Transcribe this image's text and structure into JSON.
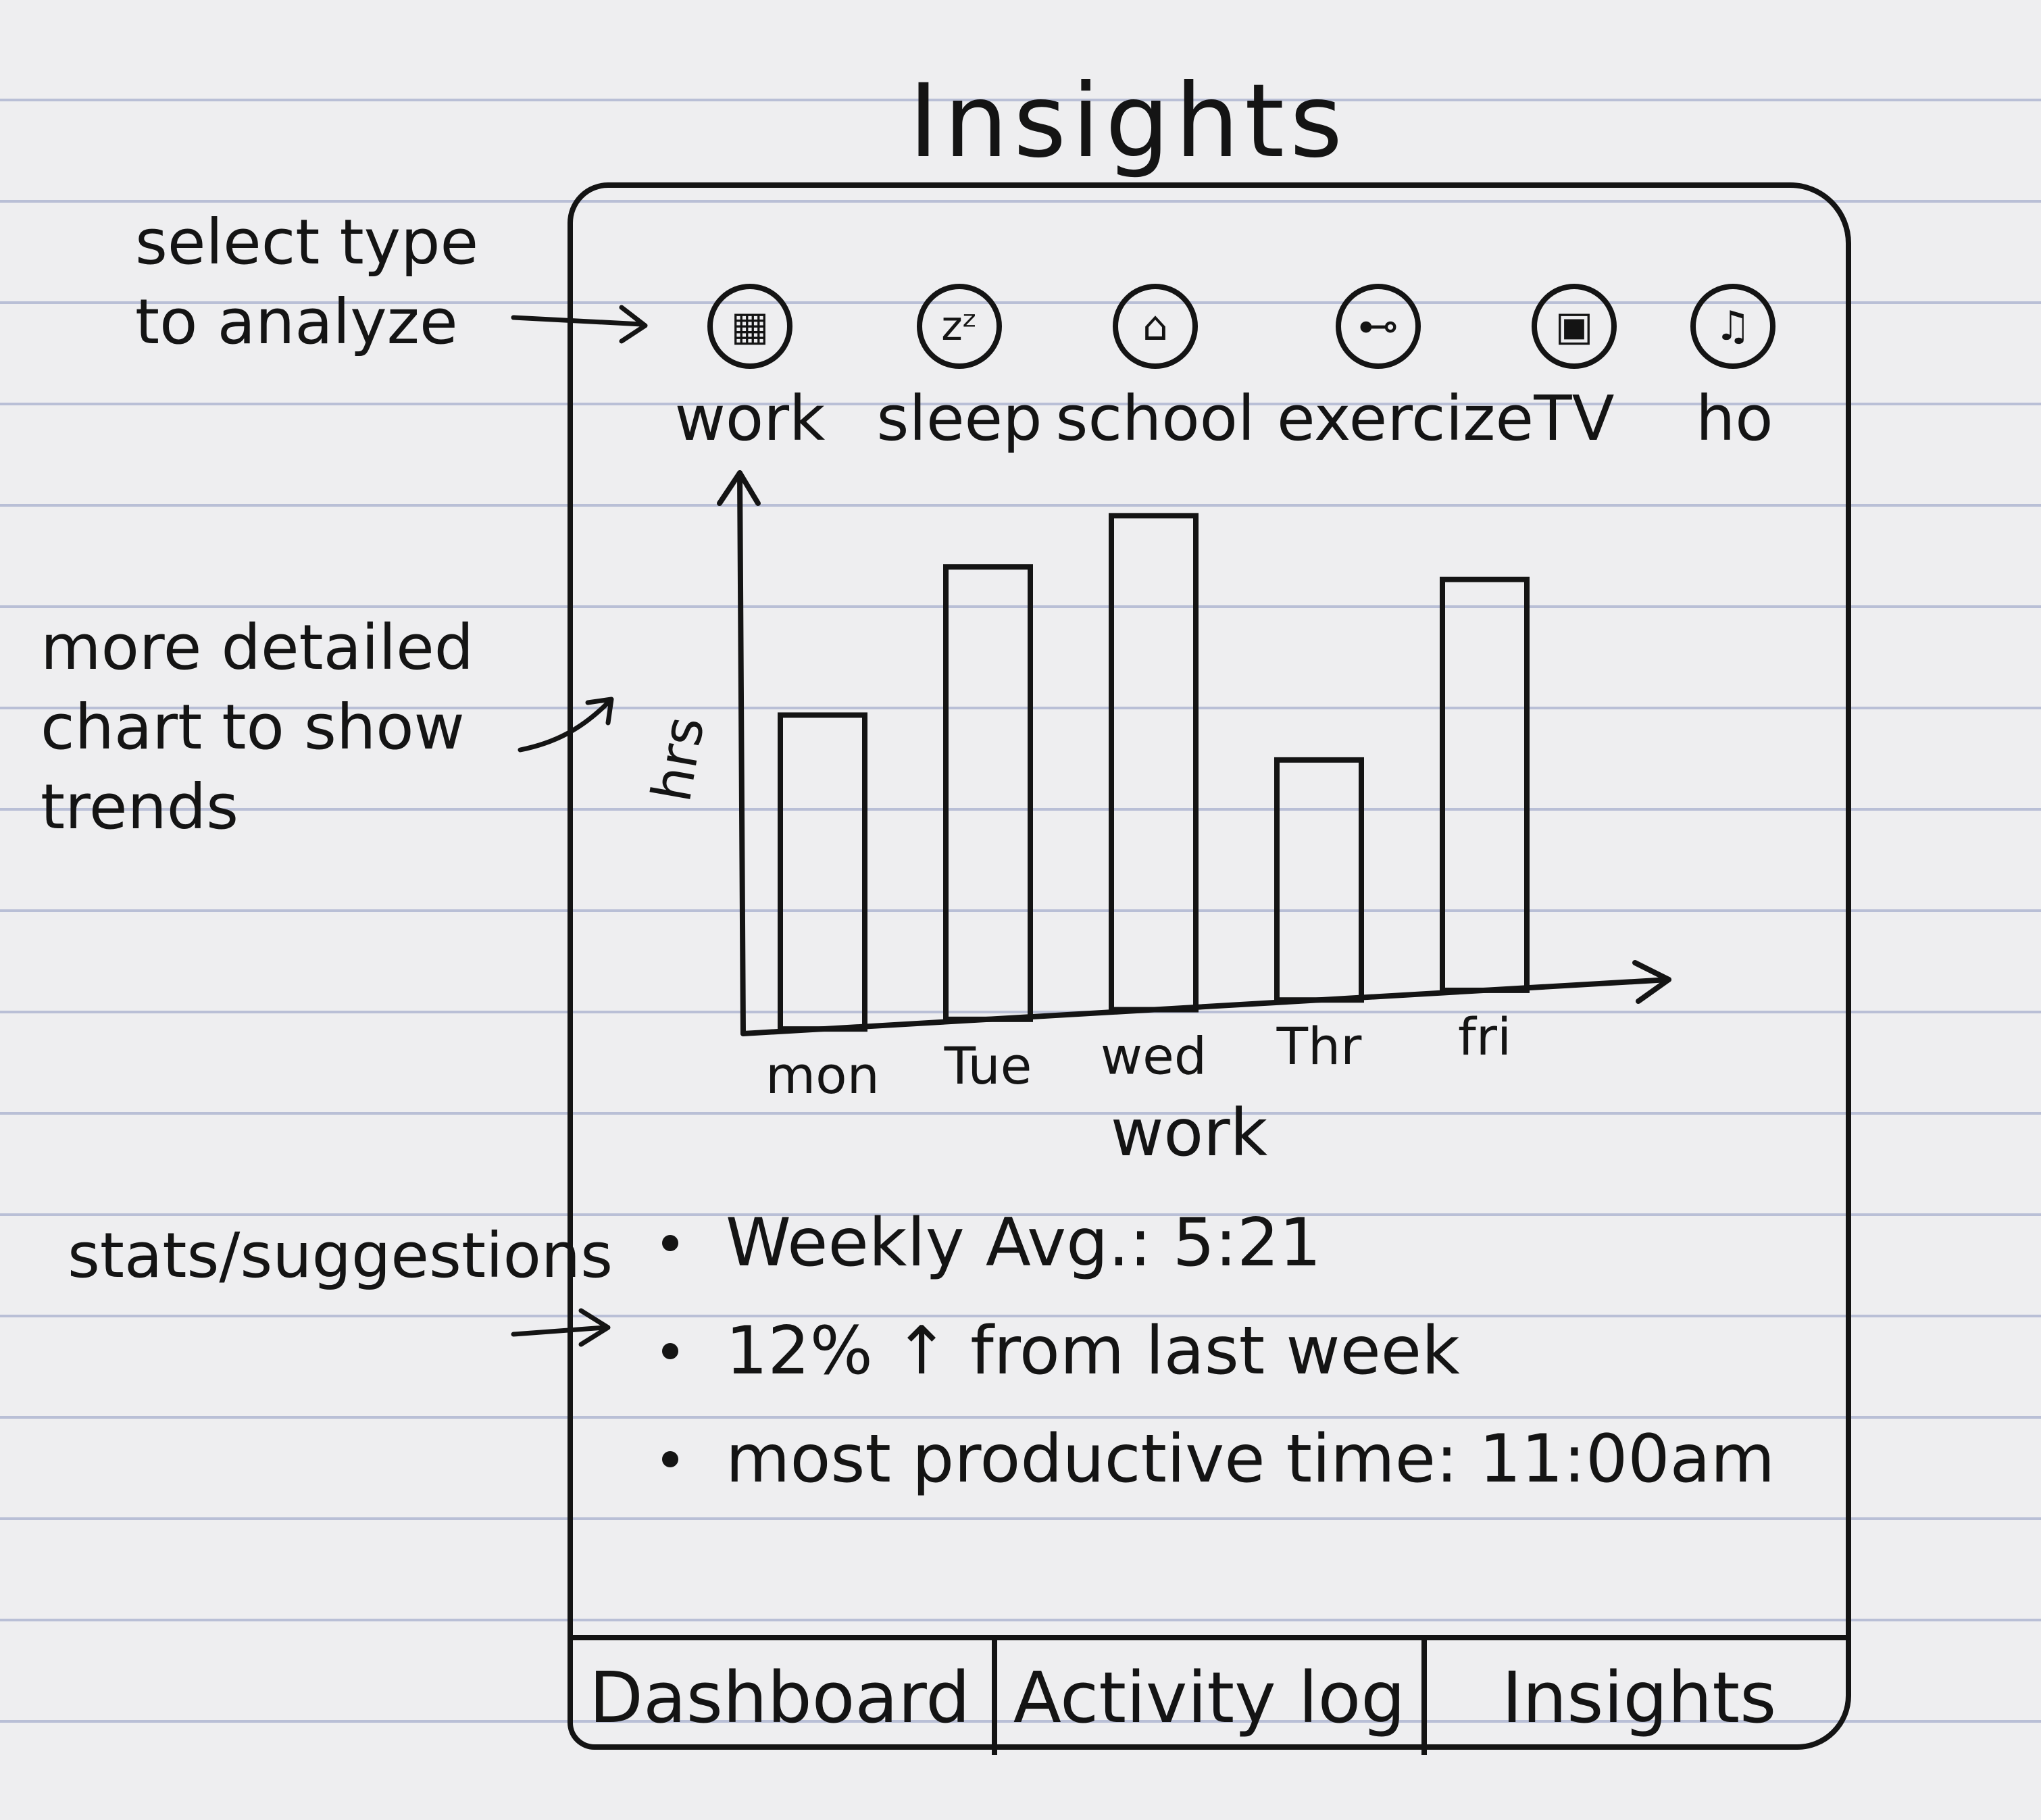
{
  "page_title": "Insights",
  "annotations": {
    "select_type": [
      "select type",
      "to analyze"
    ],
    "detailed_chart": [
      "more detailed",
      "chart to show",
      "trends"
    ],
    "stats": [
      "stats/suggestions"
    ]
  },
  "activity_types": [
    {
      "label": "work",
      "icon": "work-icon",
      "glyph": "▦"
    },
    {
      "label": "sleep",
      "icon": "sleep-icon",
      "glyph": "zᶻ"
    },
    {
      "label": "school",
      "icon": "school-icon",
      "glyph": "⌂"
    },
    {
      "label": "exercize",
      "icon": "dumbbell-icon",
      "glyph": "⊷"
    },
    {
      "label": "TV",
      "icon": "tv-icon",
      "glyph": "▣"
    },
    {
      "label": "ho",
      "icon": "music-icon",
      "glyph": "♫"
    }
  ],
  "chart_data": {
    "type": "bar",
    "title": "",
    "xlabel": "work",
    "ylabel": "hrs",
    "categories": [
      "mon",
      "Tue",
      "wed",
      "Thr",
      "fri"
    ],
    "values": [
      6.8,
      9.8,
      10.7,
      5.2,
      8.9
    ],
    "ylim": [
      0,
      12
    ],
    "grid": false,
    "legend": "none"
  },
  "stats": [
    "Weekly Avg.: 5:21",
    "12% ↑ from last week",
    "most productive time: 11:00am"
  ],
  "bottom_nav": {
    "tabs": [
      "Dashboard",
      "Activity log",
      "Insights"
    ]
  }
}
